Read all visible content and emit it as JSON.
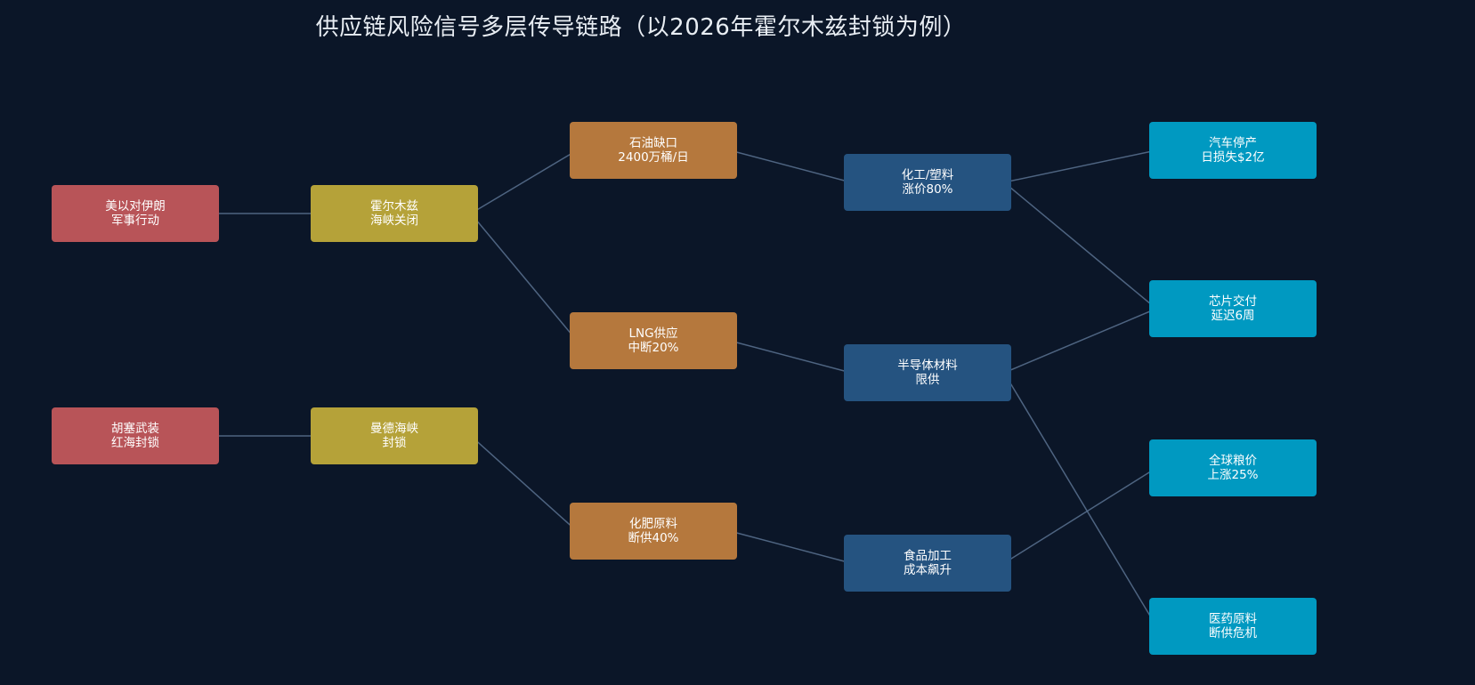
{
  "title": "供应链风险信号多层传导链路（以2026年霍尔木兹封锁为例）",
  "colors": {
    "background": "#0b1628",
    "edge": "#5b7290",
    "trigger": "#b85458",
    "chokepoint": "#b5a239",
    "commodity": "#b5783d",
    "industry": "#255380",
    "impact": "#0099c1"
  },
  "nodes": [
    {
      "id": "n1",
      "tier": "trigger",
      "line1": "美以对伊朗",
      "line2": "军事行动"
    },
    {
      "id": "n2",
      "tier": "trigger",
      "line1": "胡塞武装",
      "line2": "红海封锁"
    },
    {
      "id": "n3",
      "tier": "chokepoint",
      "line1": "霍尔木兹",
      "line2": "海峡关闭"
    },
    {
      "id": "n4",
      "tier": "chokepoint",
      "line1": "曼德海峡",
      "line2": "封锁"
    },
    {
      "id": "n5",
      "tier": "commodity",
      "line1": "石油缺口",
      "line2": "2400万桶/日"
    },
    {
      "id": "n6",
      "tier": "commodity",
      "line1": "LNG供应",
      "line2": "中断20%"
    },
    {
      "id": "n7",
      "tier": "commodity",
      "line1": "化肥原料",
      "line2": "断供40%"
    },
    {
      "id": "n8",
      "tier": "industry",
      "line1": "化工/塑料",
      "line2": "涨价80%"
    },
    {
      "id": "n9",
      "tier": "industry",
      "line1": "半导体材料",
      "line2": "限供"
    },
    {
      "id": "n10",
      "tier": "industry",
      "line1": "食品加工",
      "line2": "成本飙升"
    },
    {
      "id": "n11",
      "tier": "impact",
      "line1": "汽车停产",
      "line2": "日损失$2亿"
    },
    {
      "id": "n12",
      "tier": "impact",
      "line1": "芯片交付",
      "line2": "延迟6周"
    },
    {
      "id": "n13",
      "tier": "impact",
      "line1": "全球粮价",
      "line2": "上涨25%"
    },
    {
      "id": "n14",
      "tier": "impact",
      "line1": "医药原料",
      "line2": "断供危机"
    }
  ],
  "edges": [
    [
      "n1",
      "n3"
    ],
    [
      "n2",
      "n4"
    ],
    [
      "n3",
      "n5"
    ],
    [
      "n3",
      "n6"
    ],
    [
      "n4",
      "n7"
    ],
    [
      "n5",
      "n8"
    ],
    [
      "n6",
      "n9"
    ],
    [
      "n7",
      "n10"
    ],
    [
      "n8",
      "n11"
    ],
    [
      "n8",
      "n12"
    ],
    [
      "n9",
      "n12"
    ],
    [
      "n9",
      "n14"
    ],
    [
      "n10",
      "n13"
    ]
  ]
}
